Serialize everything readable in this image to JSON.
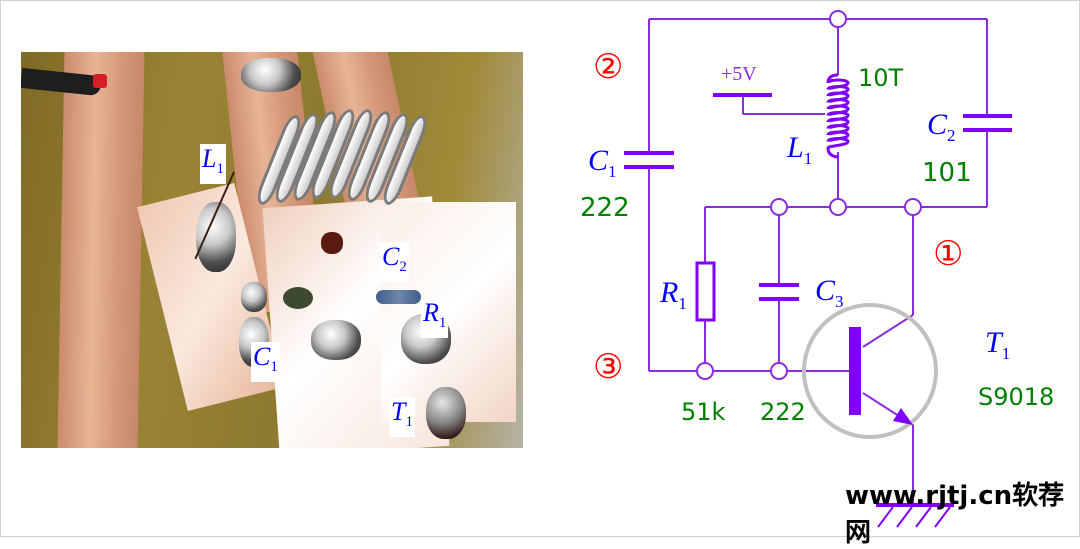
{
  "photo": {
    "labels": [
      {
        "name": "L",
        "sub": "1"
      },
      {
        "name": "C",
        "sub": "2"
      },
      {
        "name": "R",
        "sub": "1"
      },
      {
        "name": "C",
        "sub": "1"
      },
      {
        "name": "T",
        "sub": "1"
      }
    ]
  },
  "schematic": {
    "supply_label": "+5V",
    "nodes": [
      "②",
      "①",
      "③"
    ],
    "components": {
      "L1": {
        "name": "L",
        "sub": "1",
        "value": "10T"
      },
      "C1": {
        "name": "C",
        "sub": "1",
        "value": "222"
      },
      "C2": {
        "name": "C",
        "sub": "2",
        "value": "101"
      },
      "C3": {
        "name": "C",
        "sub": "3",
        "value": "222"
      },
      "R1": {
        "name": "R",
        "sub": "1",
        "value": "51k"
      },
      "T1": {
        "name": "T",
        "sub": "1",
        "value": "S9018"
      }
    },
    "colors": {
      "wire": "#8a2be2",
      "component": "#7f00ff",
      "label": "#0000ff",
      "value": "#008000",
      "node": "#ff0000",
      "transistor_circle": "#c0c0c0"
    }
  },
  "watermark": "www.rjtj.cn软荐网"
}
